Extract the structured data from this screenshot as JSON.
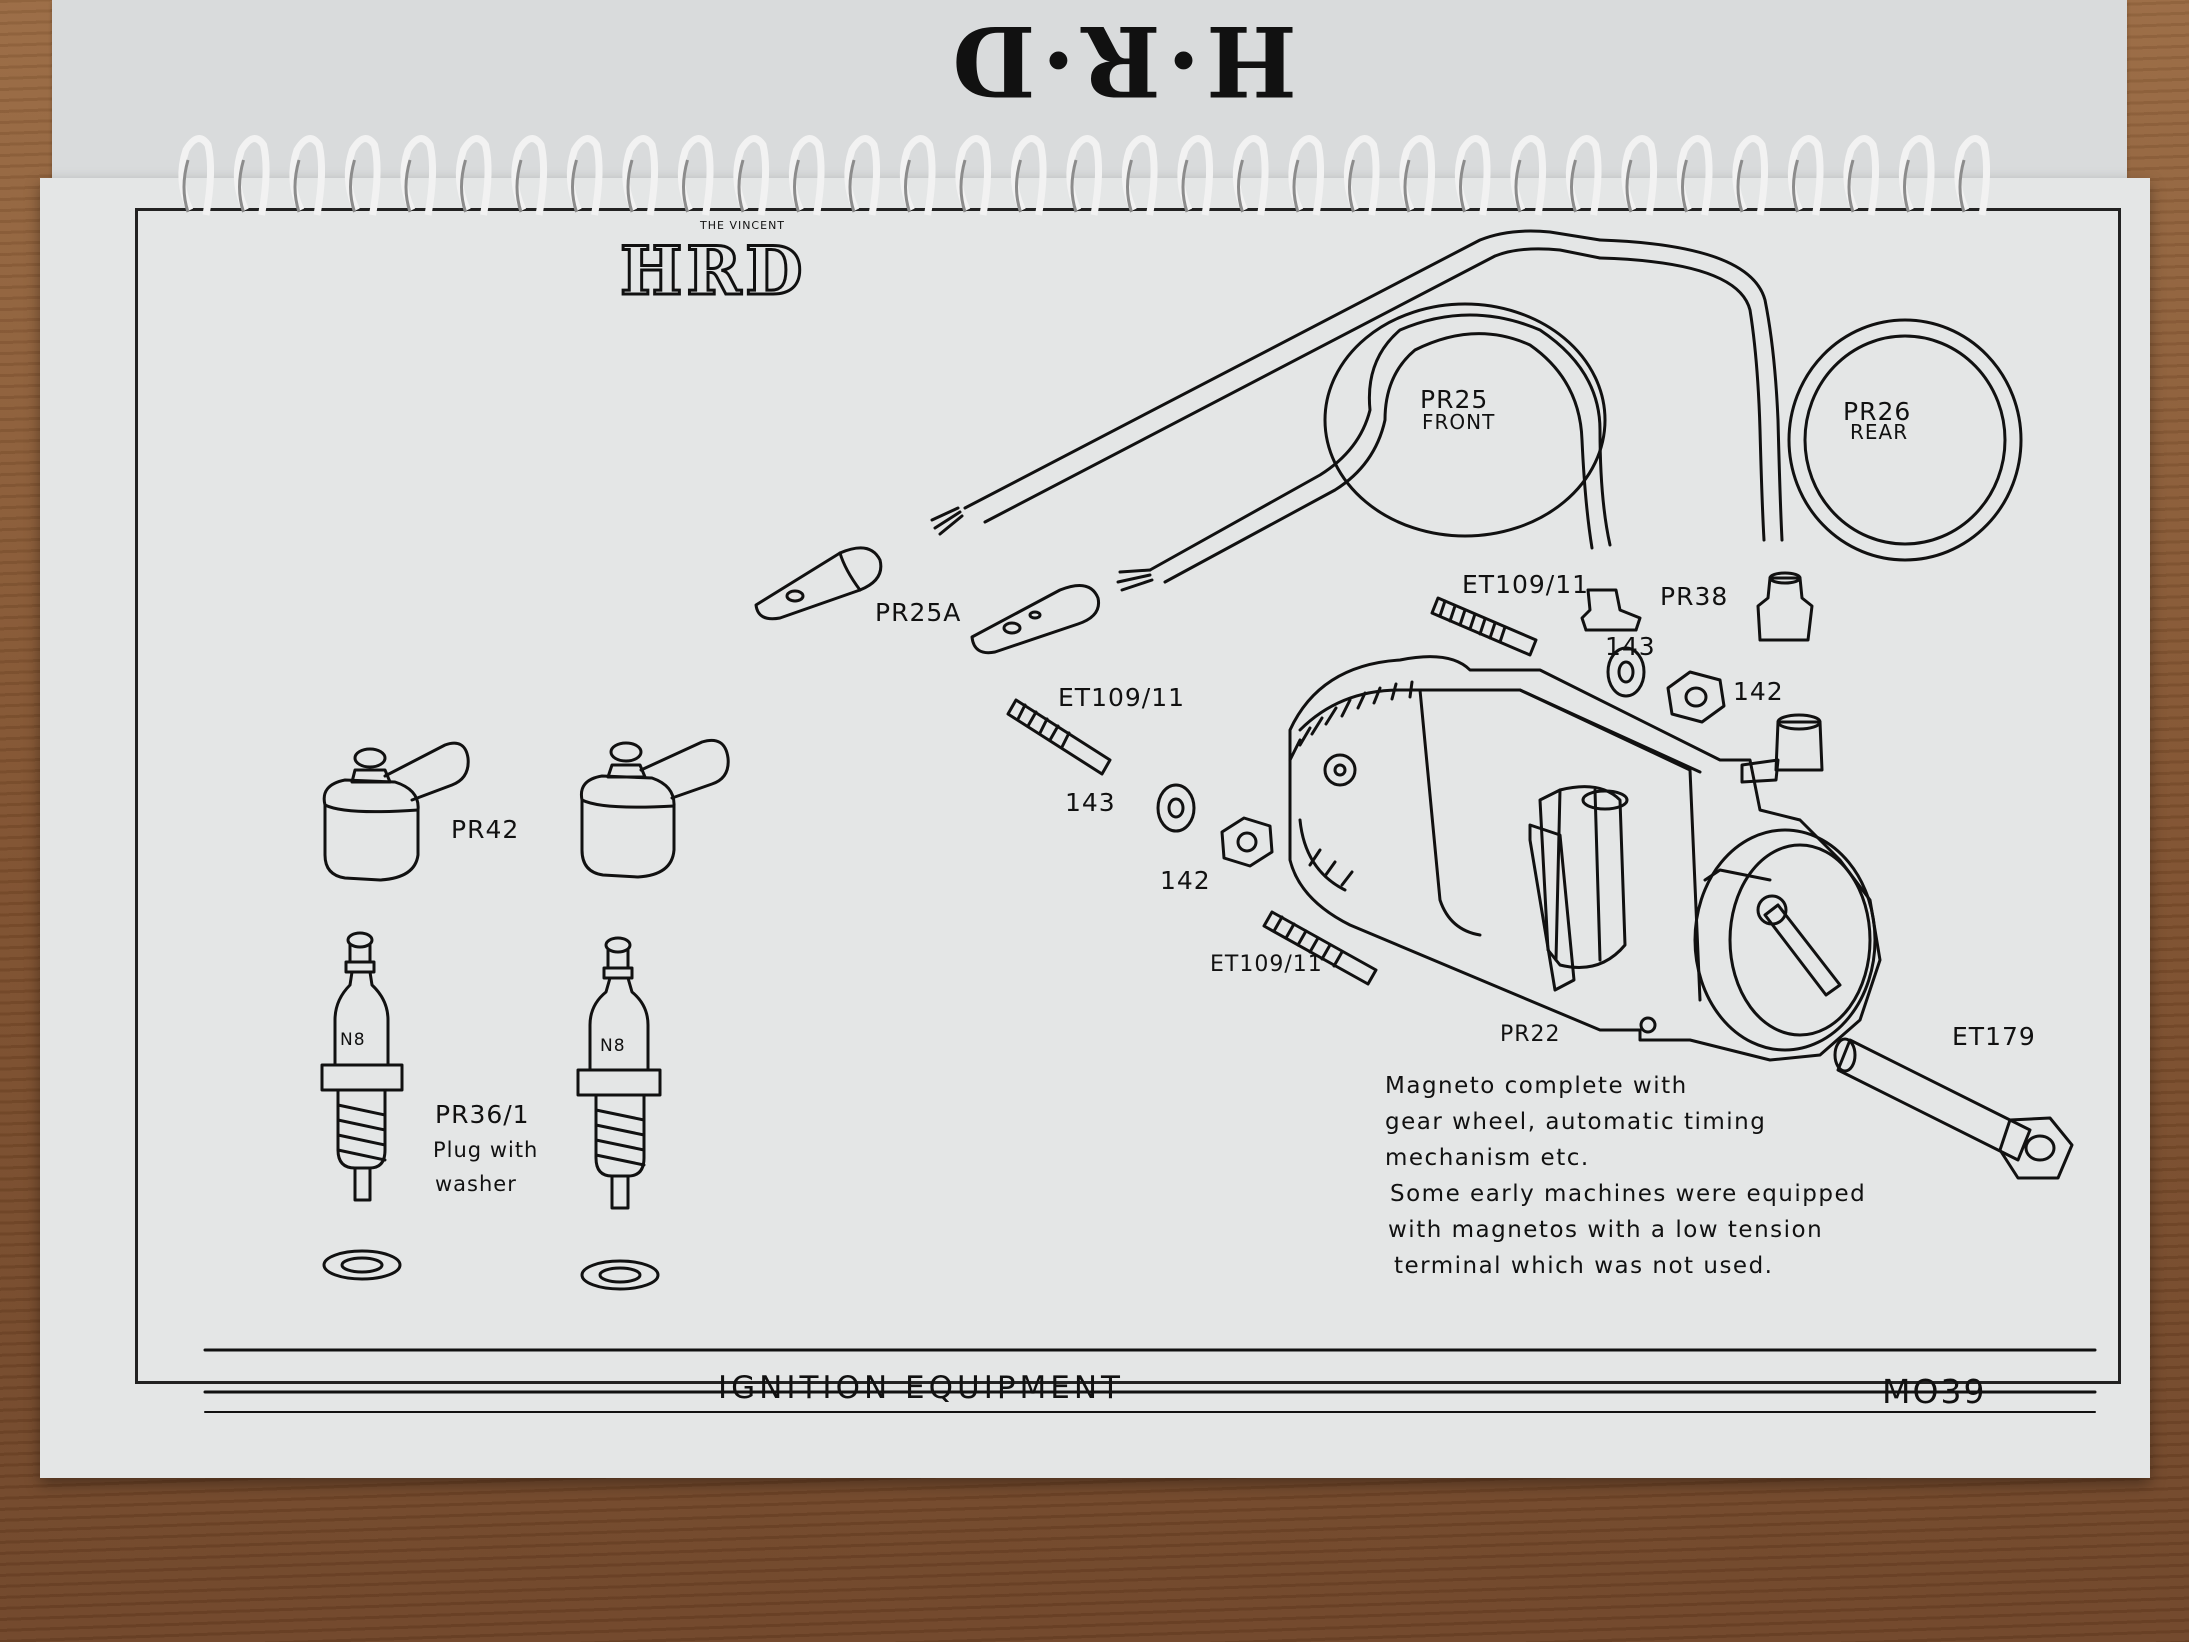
{
  "back_page": {
    "logo_text": "H·R·D"
  },
  "header": {
    "logo_small": "THE VINCENT",
    "logo_main": "HRD"
  },
  "callouts": {
    "pr25": "PR25",
    "pr25_sub": "FRONT",
    "pr26": "PR26",
    "pr26_sub": "REAR",
    "pr25a": "PR25A",
    "et109_top": "ET109/11",
    "pr38": "PR38",
    "n143_top": "143",
    "n142_top": "142",
    "et109_mid": "ET109/11",
    "n143_mid": "143",
    "n142_mid": "142",
    "pr42": "PR42",
    "et109_low": "ET109/11",
    "pr22": "PR22",
    "et179": "ET179",
    "pr36_line1": "PR36/1",
    "pr36_line2": "Plug with",
    "pr36_line3": "washer",
    "plug_mark_left": "N8",
    "plug_mark_right": "N8"
  },
  "note": {
    "line1": "Magneto complete with",
    "line2": "gear wheel, automatic timing",
    "line3": "mechanism etc.",
    "line4": "Some early machines were equipped",
    "line5": "with magnetos with a low tension",
    "line6": "terminal which was not used."
  },
  "footer": {
    "title": "IGNITION   EQUIPMENT",
    "code": "MO39"
  }
}
